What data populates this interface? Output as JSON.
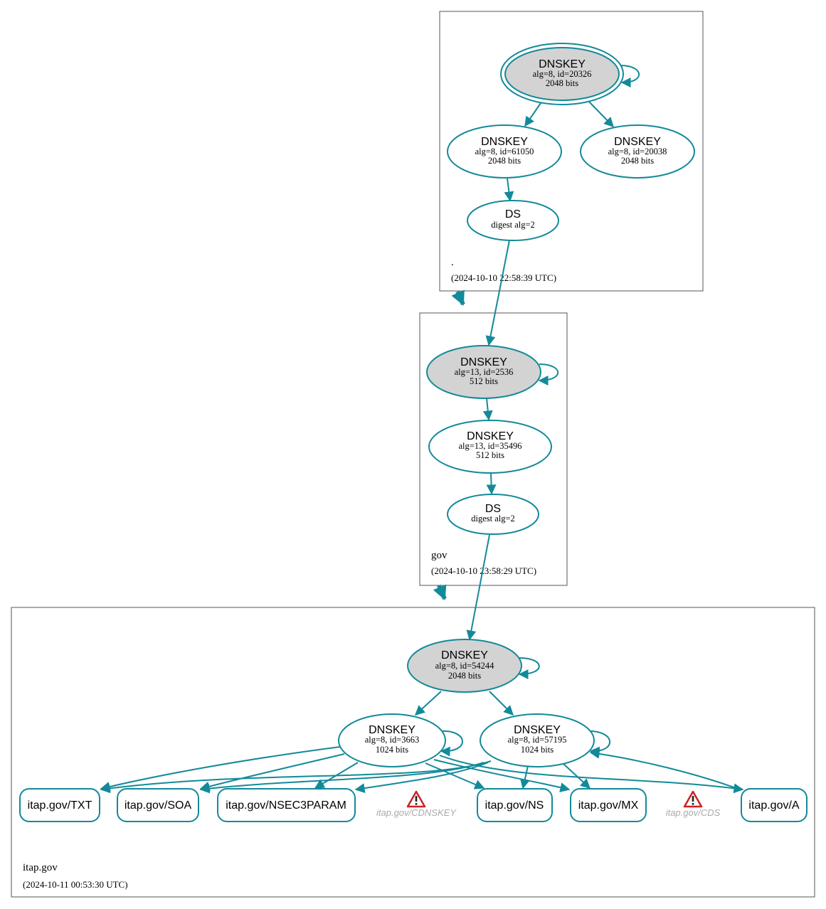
{
  "zones": {
    "root": {
      "name": ".",
      "timestamp": "(2024-10-10 22:58:39 UTC)"
    },
    "gov": {
      "name": "gov",
      "timestamp": "(2024-10-10 23:58:29 UTC)"
    },
    "itap": {
      "name": "itap.gov",
      "timestamp": "(2024-10-11 00:53:30 UTC)"
    }
  },
  "nodes": {
    "root_ksk": {
      "title": "DNSKEY",
      "line1": "alg=8, id=20326",
      "line2": "2048 bits"
    },
    "root_zsk1": {
      "title": "DNSKEY",
      "line1": "alg=8, id=61050",
      "line2": "2048 bits"
    },
    "root_zsk2": {
      "title": "DNSKEY",
      "line1": "alg=8, id=20038",
      "line2": "2048 bits"
    },
    "root_ds": {
      "title": "DS",
      "line1": "digest alg=2"
    },
    "gov_ksk": {
      "title": "DNSKEY",
      "line1": "alg=13, id=2536",
      "line2": "512 bits"
    },
    "gov_zsk": {
      "title": "DNSKEY",
      "line1": "alg=13, id=35496",
      "line2": "512 bits"
    },
    "gov_ds": {
      "title": "DS",
      "line1": "digest alg=2"
    },
    "itap_ksk": {
      "title": "DNSKEY",
      "line1": "alg=8, id=54244",
      "line2": "2048 bits"
    },
    "itap_zsk1": {
      "title": "DNSKEY",
      "line1": "alg=8, id=3663",
      "line2": "1024 bits"
    },
    "itap_zsk2": {
      "title": "DNSKEY",
      "line1": "alg=8, id=57195",
      "line2": "1024 bits"
    }
  },
  "rrsets": {
    "txt": "itap.gov/TXT",
    "soa": "itap.gov/SOA",
    "nsec3param": "itap.gov/NSEC3PARAM",
    "ns": "itap.gov/NS",
    "mx": "itap.gov/MX",
    "a": "itap.gov/A"
  },
  "missing": {
    "cdnskey": "itap.gov/CDNSKEY",
    "cds": "itap.gov/CDS"
  },
  "colors": {
    "edge": "#138a99",
    "ksk_fill": "#d3d3d3",
    "warning": "#cc2222"
  }
}
